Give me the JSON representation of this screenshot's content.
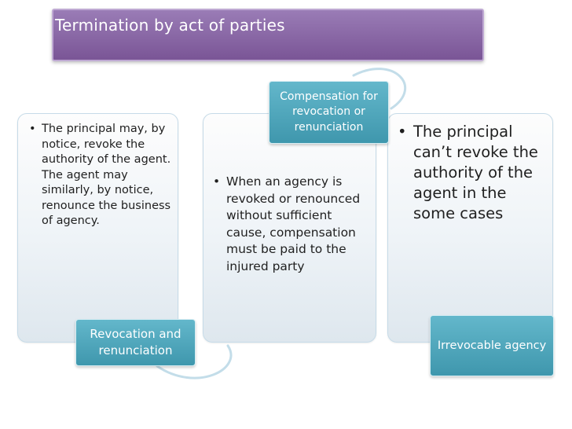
{
  "title": "Termination by act of parties",
  "cards": [
    {
      "bullet": "The principal may, by notice, revoke the authority of the agent. The agent may similarly, by notice, renounce the business of agency."
    },
    {
      "bullet": "When an agency is revoked or renounced without sufficient cause, compensation must be paid to the injured party"
    },
    {
      "bullet": "The principal can’t revoke the authority of the agent in the  some cases"
    }
  ],
  "labels": {
    "revocation": "Revocation and renunciation",
    "compensation": "Compensation for revocation or renunciation",
    "irrevocable": "Irrevocable agency"
  },
  "colors": {
    "title_bar": "#7a5596",
    "label_box": "#4aa5bb",
    "card_border": "#c6dbe8",
    "connector": "#c3dde9"
  }
}
